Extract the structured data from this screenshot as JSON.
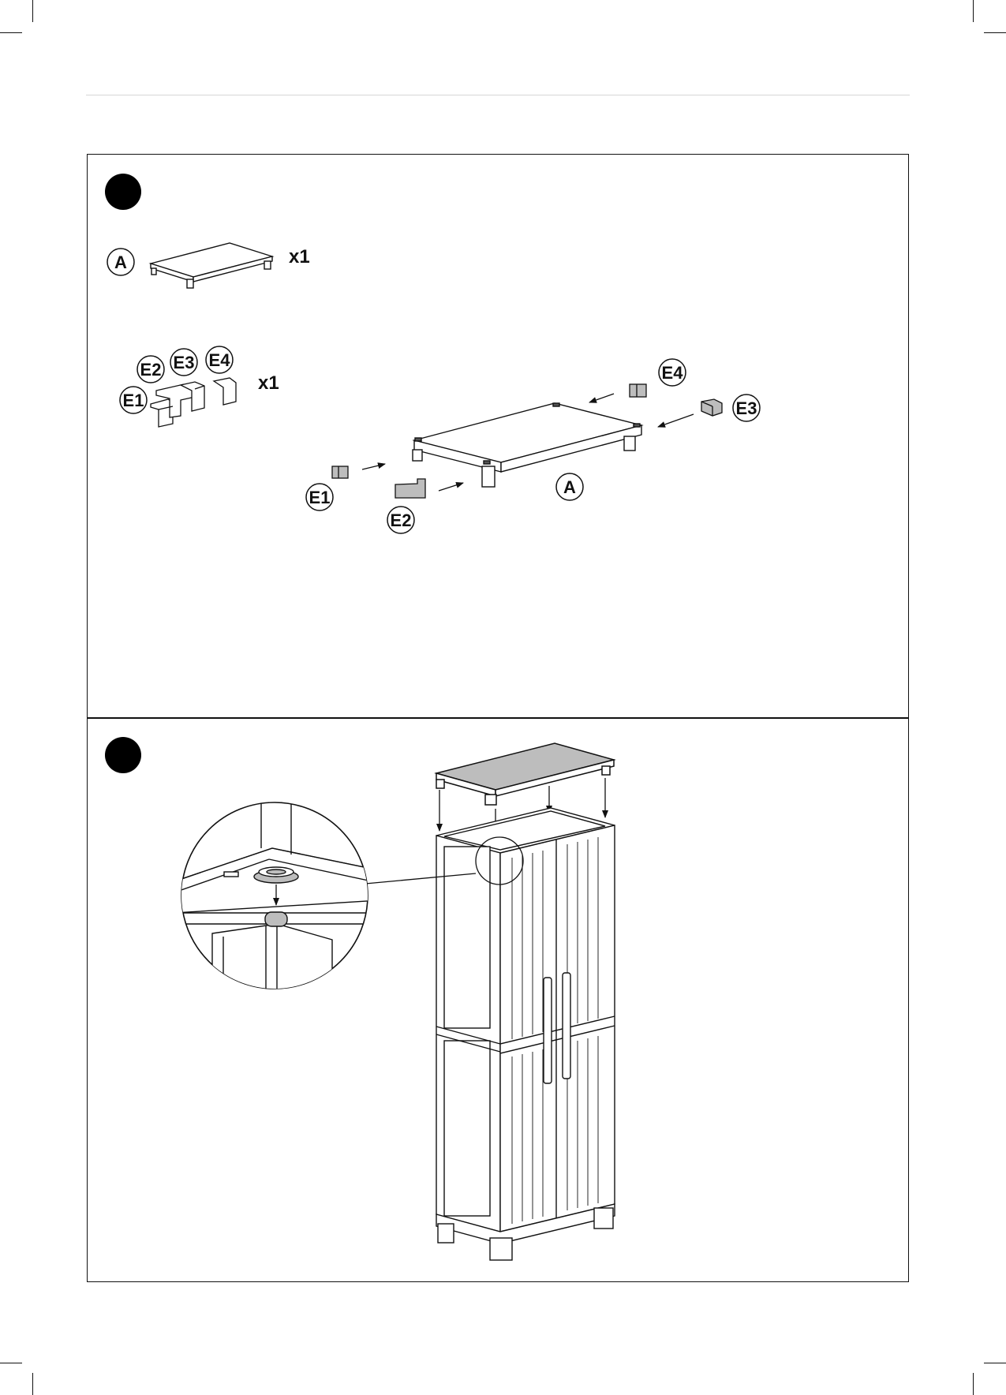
{
  "colors": {
    "ink": "#111111",
    "part_fill": "#bdbdbd",
    "panel_fill": "#ffffff"
  },
  "step1": {
    "parts": [
      {
        "label": "A",
        "quantity": "x1"
      },
      {
        "labels": [
          "E1",
          "E2",
          "E3",
          "E4"
        ],
        "quantity": "x1"
      }
    ],
    "diagram_labels": {
      "e1": "E1",
      "e2": "E2",
      "e3": "E3",
      "e4": "E4",
      "a": "A"
    }
  },
  "icons": [
    "step-marker-icon",
    "shelf-icon",
    "corner-connector-icon",
    "arrow-icon",
    "cabinet-icon",
    "magnifier-detail-icon"
  ]
}
